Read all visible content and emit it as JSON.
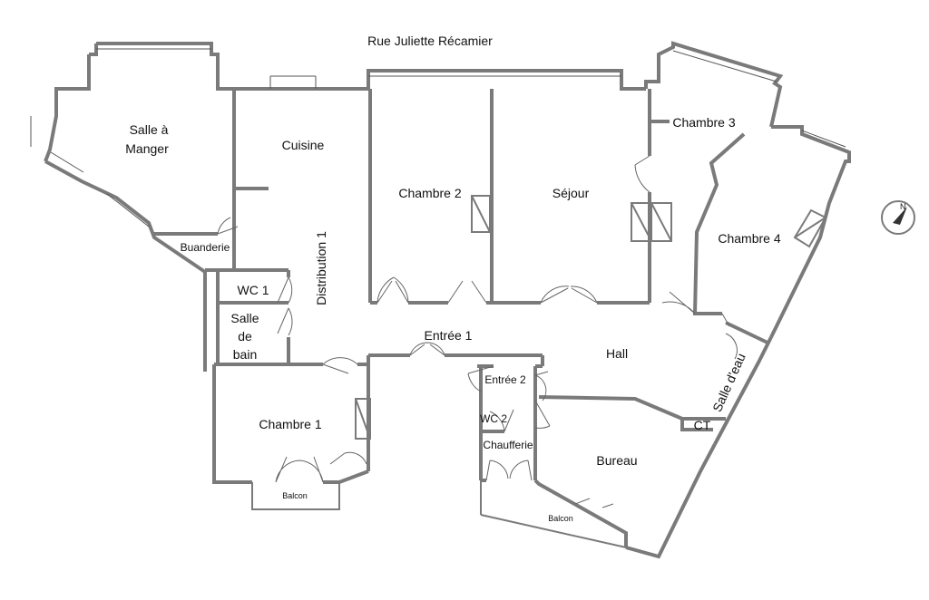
{
  "street": "Rue Juliette Récamier",
  "rooms": {
    "salle_a_manger": [
      "Salle à",
      "Manger"
    ],
    "cuisine": "Cuisine",
    "buanderie": "Buanderie",
    "wc1": "WC 1",
    "salle_de_bain": [
      "Salle",
      "de",
      "bain"
    ],
    "distribution": "Distribution 1",
    "chambre1": "Chambre 1",
    "balcon1": "Balcon",
    "chambre2": "Chambre 2",
    "sejour": "Séjour",
    "chambre3": "Chambre 3",
    "chambre4": "Chambre 4",
    "entree1": "Entrée 1",
    "hall": "Hall",
    "entree2": "Entrée 2",
    "wc2": "WC 2",
    "chaufferie": "Chaufferie",
    "bureau": "Bureau",
    "balcon2": "Balcon",
    "salle_d_eau": "Salle d'eau",
    "ct": "CT"
  },
  "compass": {
    "label": "N",
    "icon": "north-arrow-icon"
  },
  "colors": {
    "wall": "#7a7a7a",
    "text": "#111111",
    "background": "#ffffff"
  }
}
